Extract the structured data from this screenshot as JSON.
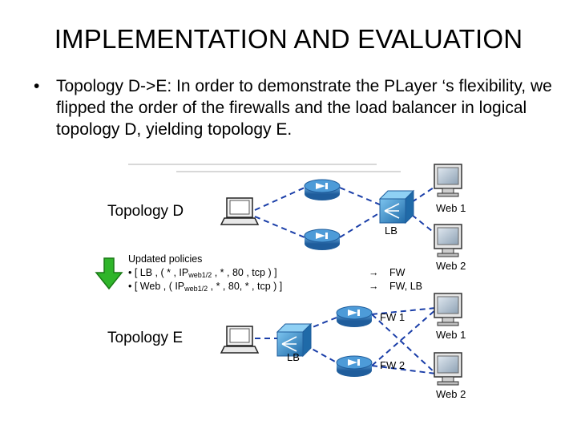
{
  "slide": {
    "title": "IMPLEMENTATION AND EVALUATION",
    "bullet_symbol": "•",
    "bullet_text": "Topology D->E: In order to demonstrate the PLayer ‘s flexibility, we flipped the order of the firewalls and the load balancer in logical topology D, yielding topology E."
  },
  "diagram": {
    "topology_d_label": "Topology D",
    "topology_e_label": "Topology E",
    "lb_label": "LB",
    "web1_label": "Web 1",
    "web2_label": "Web 2",
    "fw1_label": "FW 1",
    "fw2_label": "FW 2",
    "policies": {
      "heading": "Updated policies",
      "line1_prefix": "• [ LB    , (      *           , IP",
      "line1_sub": "web1/2",
      "line1_mid": " ,    *    , 80 ,   tcp )  ]",
      "line1_target": "FW",
      "line2_prefix": "• [ Web , ( IP",
      "line2_sub": "web1/2",
      "line2_mid": " ,        *       , 80,   *   ,  tcp )  ]",
      "line2_target": "FW, LB",
      "arrow_symbol": "→"
    },
    "colors": {
      "link": "#1a3ea8",
      "firewall": "#2f7fc4",
      "lb": "#2e8fd0",
      "green_arrow": "#2fb52a"
    }
  }
}
